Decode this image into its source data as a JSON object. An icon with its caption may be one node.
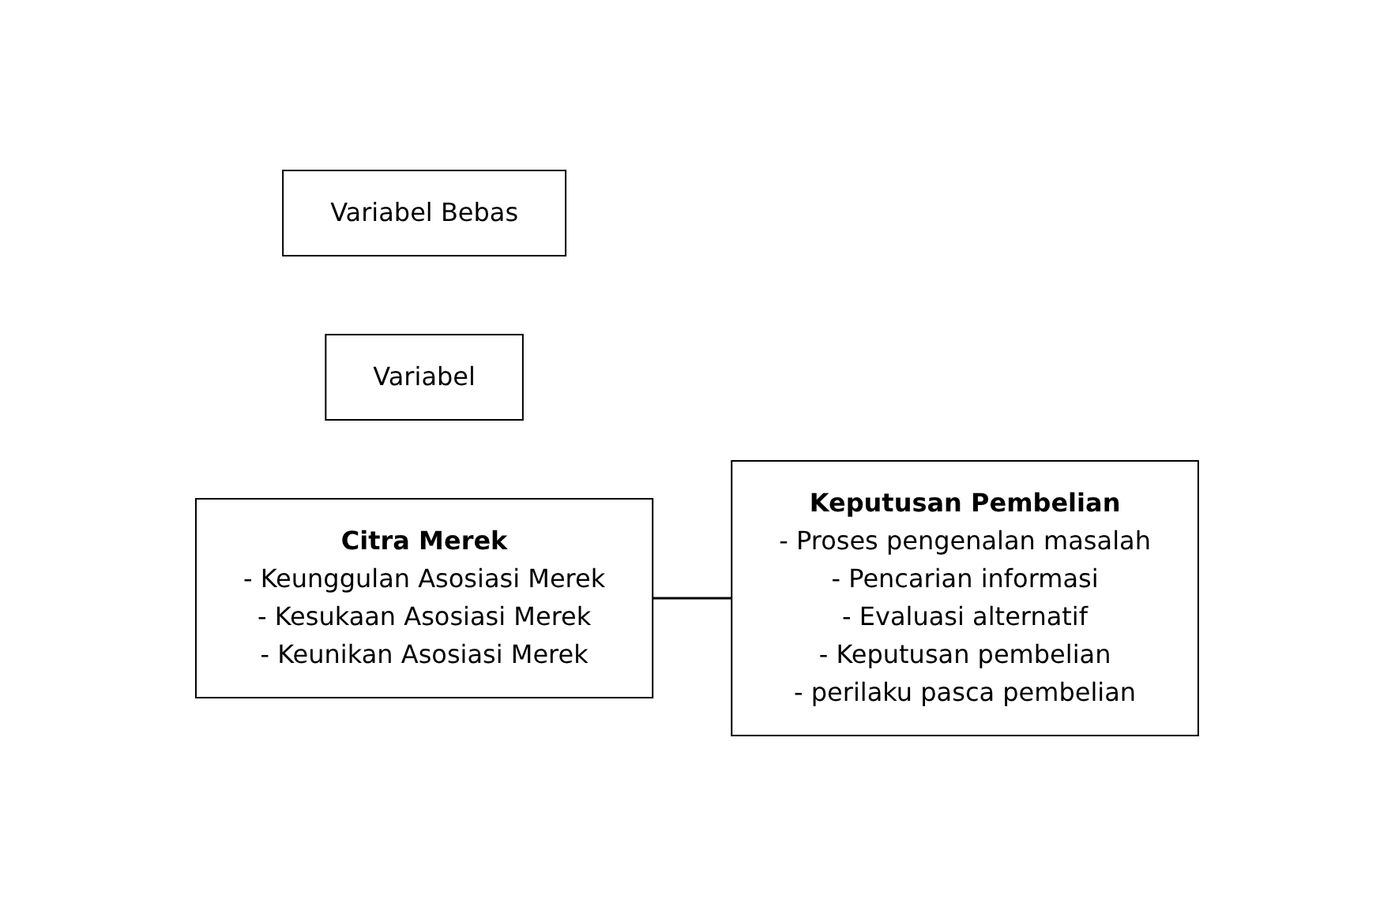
{
  "diagram": {
    "nodes": [
      {
        "text": [
          "Variabel Bebas"
        ]
      },
      {
        "text": [
          "Variabel"
        ]
      },
      {
        "text": [
          "Citra Merek",
          "- Keunggulan Asosiasi Merek",
          "- Kesukaan Asosiasi Merek",
          "- Keunikan Asosiasi Merek"
        ]
      },
      {
        "text": [
          "Keputusan Pembelian",
          "- Proses pengenalan masalah",
          "- Pencarian informasi",
          "- Evaluasi alternatif",
          "- Keputusan pembelian",
          "- perilaku pasca pembelian"
        ]
      }
    ],
    "edges": [
      {
        "from": 2,
        "to": 3,
        "arrow": "none"
      }
    ]
  }
}
